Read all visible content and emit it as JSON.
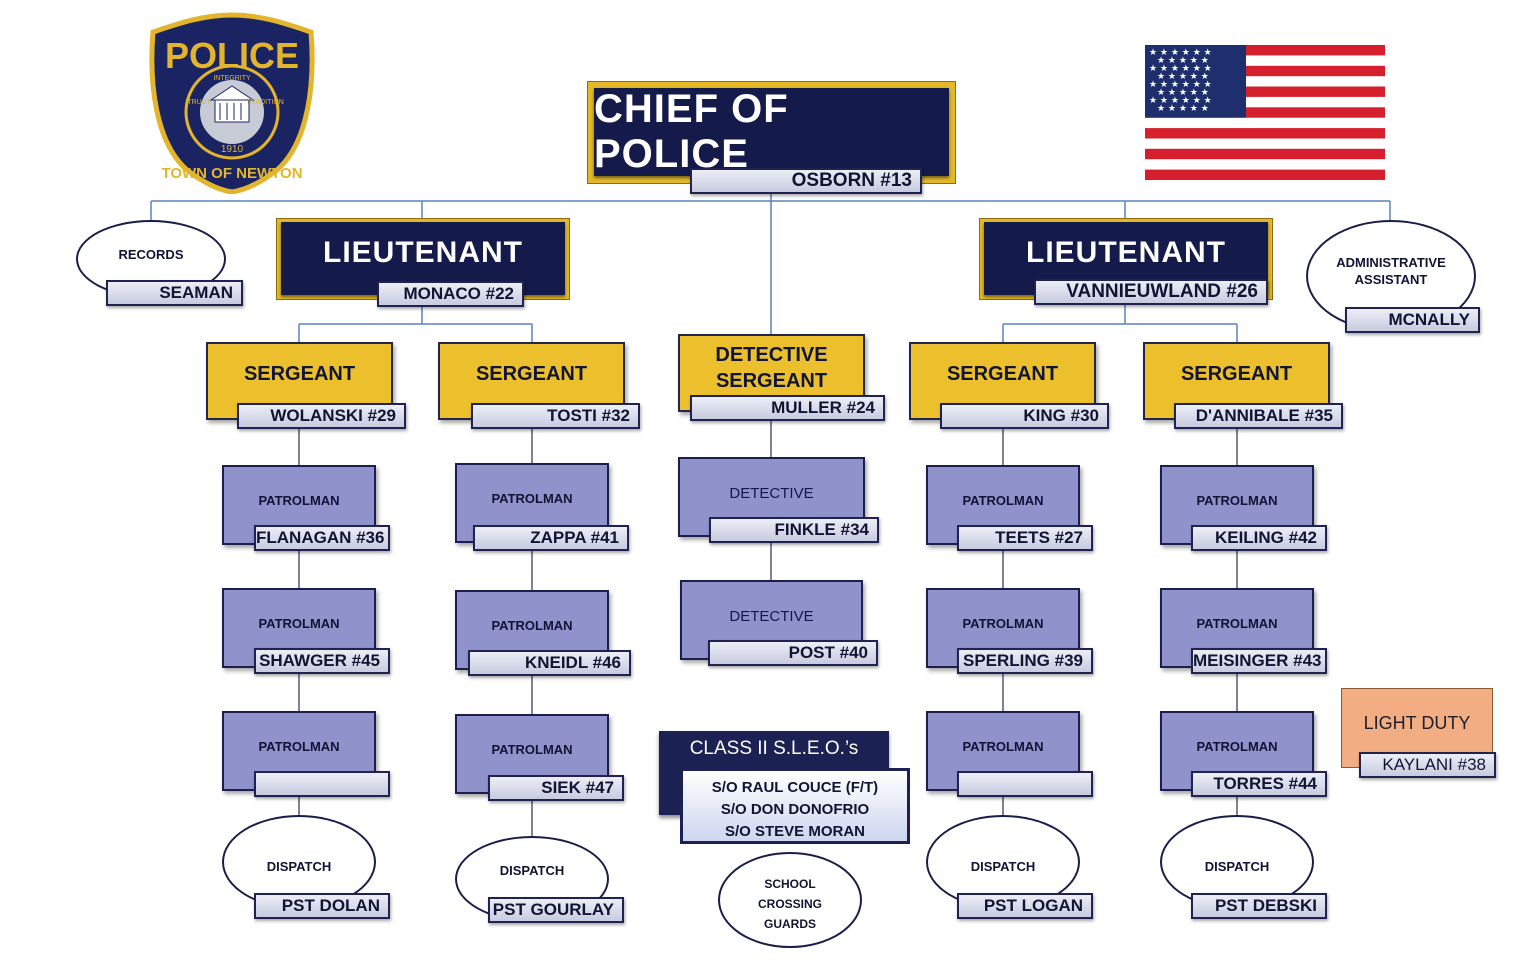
{
  "badge": {
    "top_text": "POLICE",
    "bottom_text": "TOWN OF NEWTON",
    "motto_left": "TRUST",
    "motto_center": "INTEGRITY",
    "motto_right": "TRADITION",
    "year": "1910"
  },
  "chief": {
    "title": "CHIEF OF POLICE",
    "name": "OSBORN #13"
  },
  "records": {
    "label": "RECORDS",
    "name": "SEAMAN"
  },
  "admin": {
    "label_line1": "ADMINISTRATIVE",
    "label_line2": "ASSISTANT",
    "name": "MCNALLY"
  },
  "lieutenants": [
    {
      "title": "LIEUTENANT",
      "name": "MONACO #22"
    },
    {
      "title": "LIEUTENANT",
      "name": "VANNIEUWLAND #26"
    }
  ],
  "detective_sergeant": {
    "title_line1": "DETECTIVE",
    "title_line2": "SERGEANT",
    "name": "MULLER #24"
  },
  "detectives": [
    {
      "title": "DETECTIVE",
      "name": "FINKLE #34"
    },
    {
      "title": "DETECTIVE",
      "name": "POST #40"
    }
  ],
  "squads": [
    {
      "sergeant": "SERGEANT",
      "sergeant_name": "WOLANSKI #29",
      "patrolmen": [
        {
          "title": "PATROLMAN",
          "name": "FLANAGAN #36"
        },
        {
          "title": "PATROLMAN",
          "name": "SHAWGER #45"
        },
        {
          "title": "PATROLMAN",
          "name": ""
        }
      ],
      "dispatch": "DISPATCH",
      "dispatch_name": "PST DOLAN"
    },
    {
      "sergeant": "SERGEANT",
      "sergeant_name": "TOSTI #32",
      "patrolmen": [
        {
          "title": "PATROLMAN",
          "name": "ZAPPA #41"
        },
        {
          "title": "PATROLMAN",
          "name": "KNEIDL #46"
        },
        {
          "title": "PATROLMAN",
          "name": "SIEK #47"
        }
      ],
      "dispatch": "DISPATCH",
      "dispatch_name": "PST GOURLAY"
    },
    {
      "sergeant": "SERGEANT",
      "sergeant_name": "KING #30",
      "patrolmen": [
        {
          "title": "PATROLMAN",
          "name": "TEETS #27"
        },
        {
          "title": "PATROLMAN",
          "name": "SPERLING #39"
        },
        {
          "title": "PATROLMAN",
          "name": ""
        }
      ],
      "dispatch": "DISPATCH",
      "dispatch_name": "PST LOGAN"
    },
    {
      "sergeant": "SERGEANT",
      "sergeant_name": "D'ANNIBALE #35",
      "patrolmen": [
        {
          "title": "PATROLMAN",
          "name": "KEILING #42"
        },
        {
          "title": "PATROLMAN",
          "name": "MEISINGER #43"
        },
        {
          "title": "PATROLMAN",
          "name": "TORRES #44"
        }
      ],
      "dispatch": "DISPATCH",
      "dispatch_name": "PST DEBSKI"
    }
  ],
  "sleo": {
    "title": "CLASS II S.L.E.O.’s",
    "members": [
      "S/O RAUL COUCE (F/T)",
      "S/O DON DONOFRIO",
      "S/O STEVE MORAN"
    ]
  },
  "crossing_guards": {
    "line1": "SCHOOL",
    "line2": "CROSSING",
    "line3": "GUARDS"
  },
  "light_duty": {
    "title": "LIGHT DUTY",
    "name": "KAYLANI #38"
  },
  "colors": {
    "navy": "#141a4a",
    "gold": "#ecc02c",
    "patrol": "#9092cc",
    "light_duty": "#f2ad82",
    "connector": "#5b82b8"
  },
  "icons": [
    "police-badge-icon",
    "us-flag-icon"
  ]
}
